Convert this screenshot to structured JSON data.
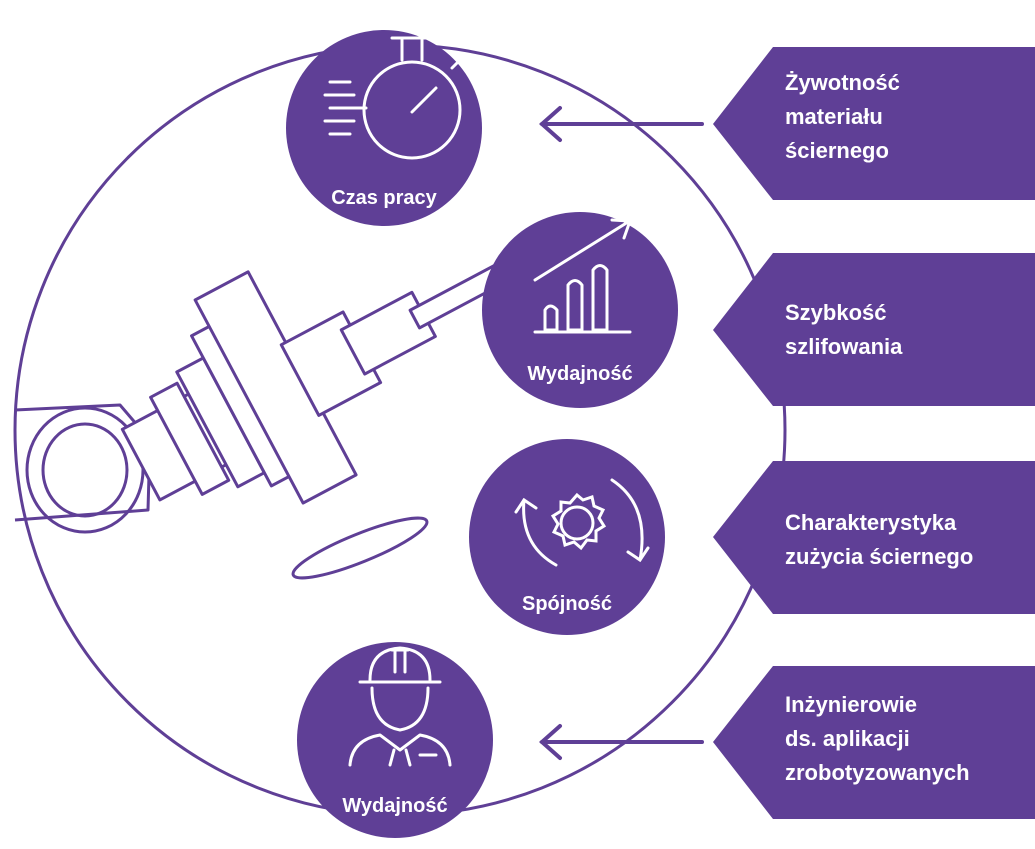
{
  "colors": {
    "primary": "#5f3f96",
    "line": "#5f3f96",
    "text_on_primary": "#ffffff",
    "background": "#ffffff"
  },
  "circles": [
    {
      "label": "Czas pracy",
      "icon": "stopwatch-icon"
    },
    {
      "label": "Wydajność",
      "icon": "growth-chart-icon"
    },
    {
      "label": "Spójność",
      "icon": "gear-cycle-icon"
    },
    {
      "label": "Wydajność",
      "icon": "engineer-icon"
    }
  ],
  "banners": [
    {
      "lines": [
        "Żywotność",
        "materiału",
        "ściernego"
      ]
    },
    {
      "lines": [
        "Szybkość",
        "szlifowania"
      ]
    },
    {
      "lines": [
        "Charakterystyka",
        "zużycia ściernego"
      ]
    },
    {
      "lines": [
        "Inżynierowie",
        "ds. aplikacji",
        "zrobotyzowanych"
      ]
    }
  ],
  "illustration": {
    "icon": "robot-grinder-icon"
  }
}
